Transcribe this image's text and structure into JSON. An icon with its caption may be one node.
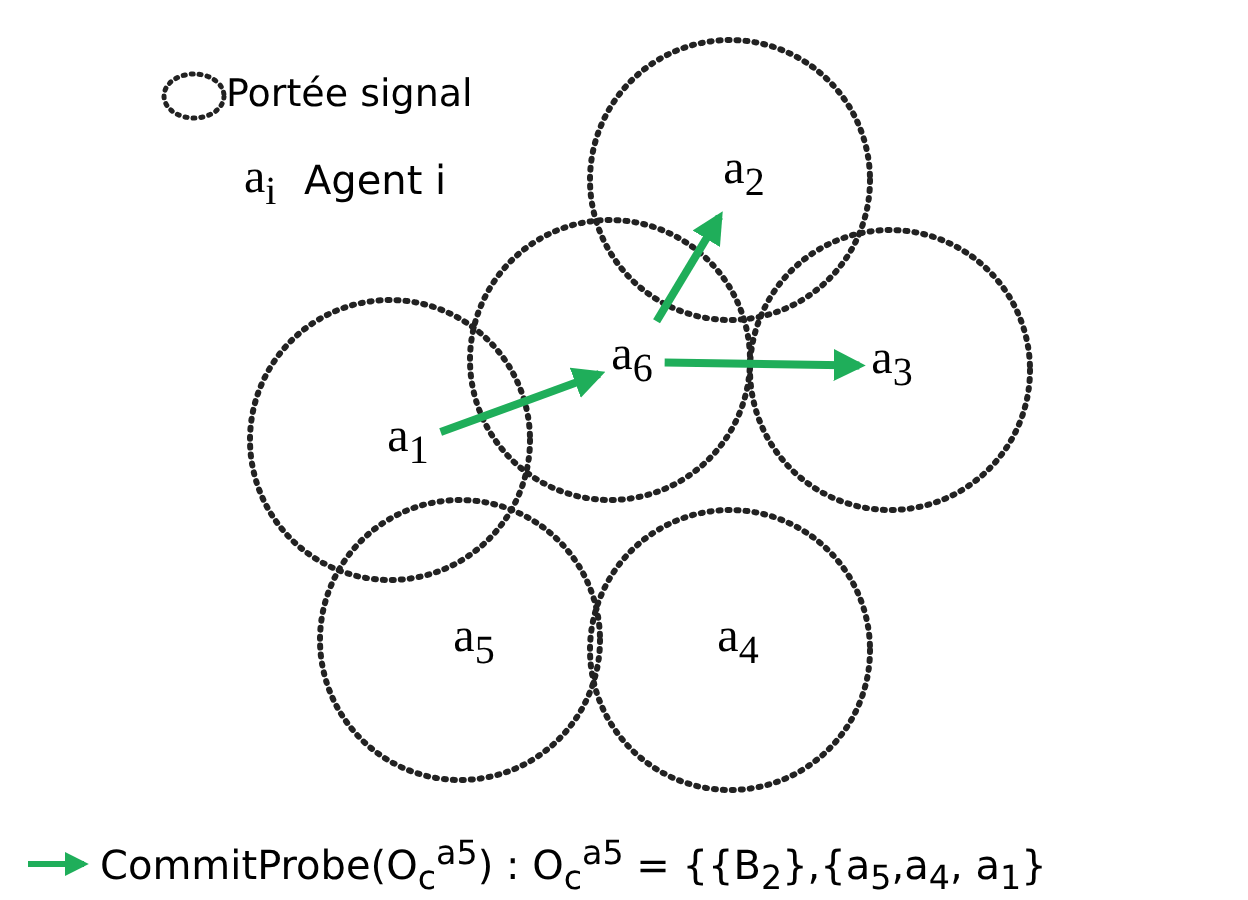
{
  "diagram": {
    "nodes": [
      {
        "text": [
          "a$_{2}$"
        ]
      },
      {
        "text": [
          "a$_{6}$"
        ]
      },
      {
        "text": [
          "a$_{3}$"
        ]
      },
      {
        "text": [
          "a$_{1}$"
        ]
      },
      {
        "text": [
          "a$_{5}$"
        ]
      },
      {
        "text": [
          "a$_{4}$"
        ]
      }
    ],
    "edges": [
      {
        "from": 3,
        "to": 1,
        "arrow": "to"
      },
      {
        "from": 1,
        "to": 0,
        "arrow": "to"
      },
      {
        "from": 1,
        "to": 2,
        "arrow": "to"
      }
    ],
    "labels": [
      "a$_{i}$",
      "Agent i"
    ],
    "legend": [
      {
        "text": "Portée signal"
      },
      {
        "text": "CommitProbe(O$_{c}$$^{a5}$) : O$_{c}$$^{a5}$ = {{B$_{2}$},{a$_{5}$,a$_{4}$, a$_{1}$}"
      }
    ]
  }
}
